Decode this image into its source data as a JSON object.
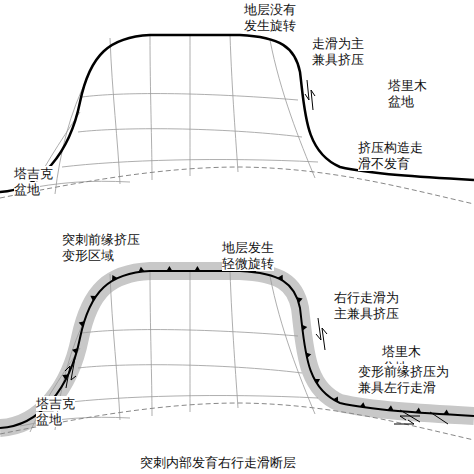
{
  "diagram": {
    "labels": [
      "地层没有发生旋转",
      "走滑为主兼具挤压",
      "塔里木盆地",
      "塔吉克盆地",
      "挤压构造走滑不发育",
      "突刺前缘挤压变形区域",
      "地层发生轻微旋转",
      "右行走滑为主兼具挤压",
      "塔里木盆地",
      "塔吉克盆地",
      "变形前缘挤压为 兼具左行走滑",
      "突刺内部发育右行走滑断层"
    ]
  }
}
